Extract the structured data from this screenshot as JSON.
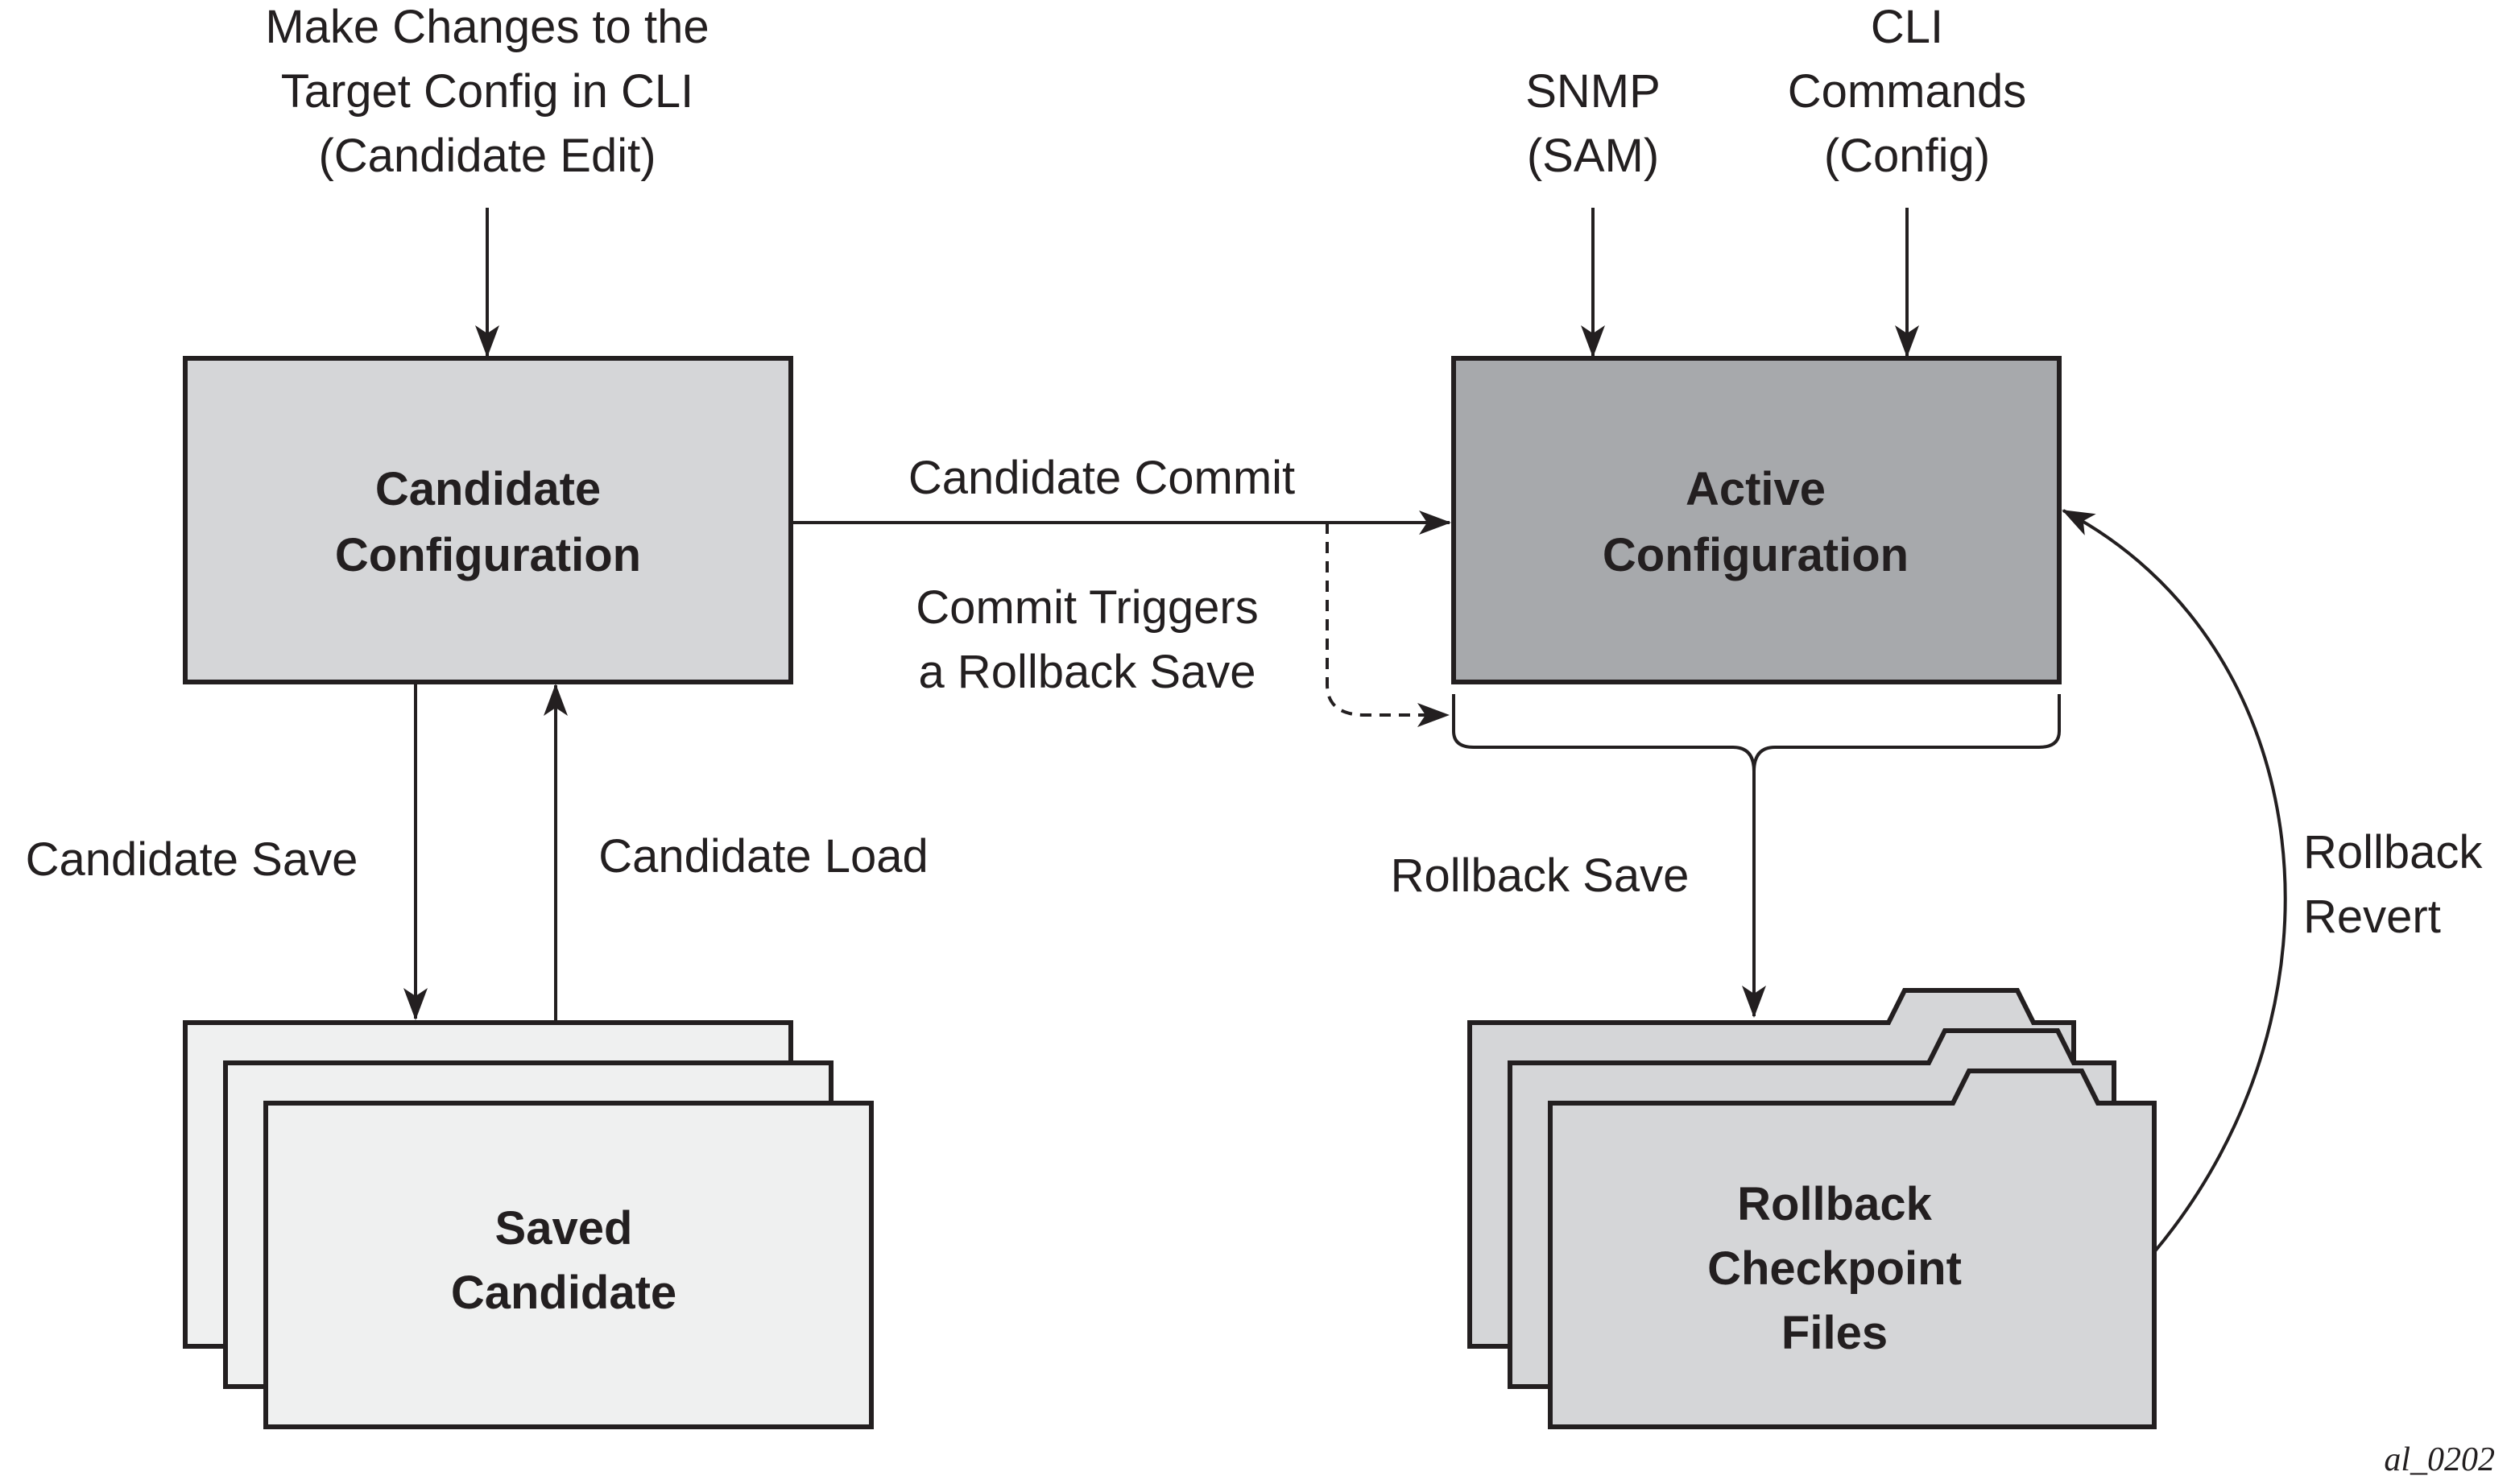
{
  "colors": {
    "candidate_fill": "#d5d6d8",
    "active_fill": "#a7a9ac",
    "saved_fill": "#eff0f0",
    "rollback_fill": "#d5d6d8",
    "stroke": "#231f20"
  },
  "top_input": {
    "lines": [
      "Make Changes to the",
      "Target Config in CLI",
      "(Candidate Edit)"
    ]
  },
  "snmp_input": {
    "lines": [
      "SNMP",
      "(SAM)"
    ]
  },
  "cli_input": {
    "lines": [
      "CLI",
      "Commands",
      "(Config)"
    ]
  },
  "candidate_box": {
    "lines": [
      "Candidate",
      "Configuration"
    ]
  },
  "active_box": {
    "lines": [
      "Active",
      "Configuration"
    ]
  },
  "saved_candidate": {
    "lines": [
      "Saved",
      "Candidate"
    ]
  },
  "rollback_files": {
    "lines": [
      "Rollback",
      "Checkpoint",
      "Files"
    ]
  },
  "edges": {
    "candidate_commit": "Candidate Commit",
    "commit_triggers": [
      "Commit Triggers",
      "a Rollback Save"
    ],
    "candidate_save": "Candidate Save",
    "candidate_load": "Candidate Load",
    "rollback_save": "Rollback Save",
    "rollback_revert": [
      "Rollback",
      "Revert"
    ]
  },
  "figure_id": "al_0202"
}
